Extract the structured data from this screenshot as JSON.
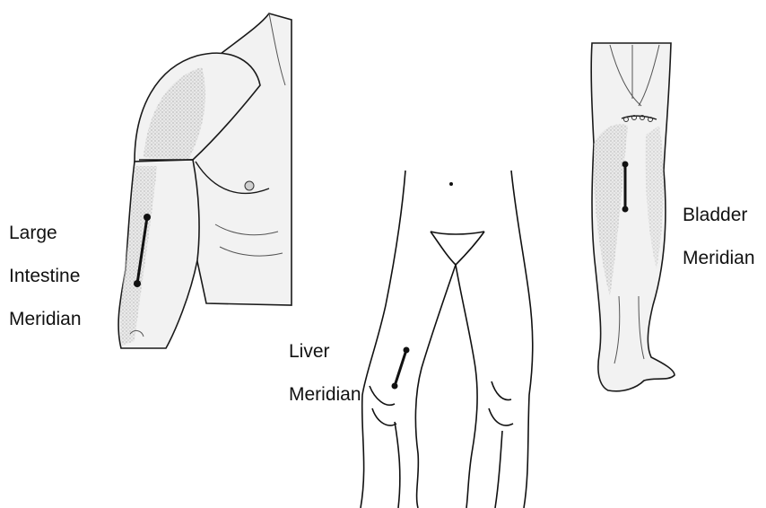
{
  "labels": {
    "large_intestine": [
      "Large",
      "Intestine",
      "Meridian"
    ],
    "liver": [
      "Liver",
      "Meridian"
    ],
    "bladder": [
      "Bladder",
      "Meridian"
    ]
  },
  "colors": {
    "ink": "#111111",
    "stipple_fill": "#f2f2f2",
    "background": "#ffffff"
  }
}
